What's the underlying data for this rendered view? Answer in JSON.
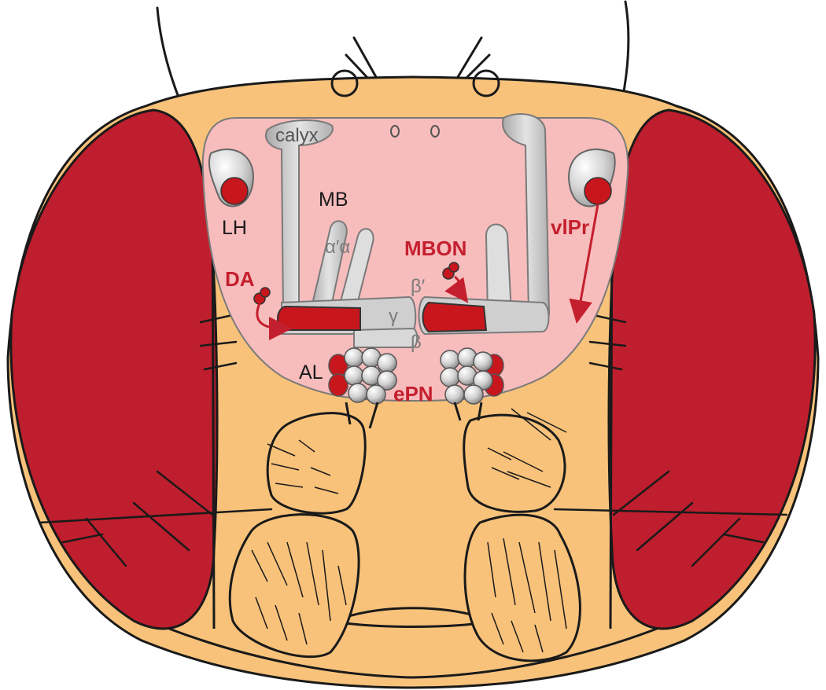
{
  "labels": {
    "calyx": "calyx",
    "mb": "MB",
    "lh": "LH",
    "alpha_prime_alpha": "α′α",
    "da": "DA",
    "mbon": "MBON",
    "beta_prime": "β′",
    "gamma": "γ",
    "beta": "β",
    "vlpr": "vlPr",
    "al": "AL",
    "epn": "ePN"
  },
  "colors": {
    "head": "#f8c27a",
    "eye": "#be1e2d",
    "brain": "#f7bcbc",
    "lobe_grey": "#c9c9c9",
    "highlight_red": "#c8161d",
    "outline": "#1a1a1a"
  }
}
